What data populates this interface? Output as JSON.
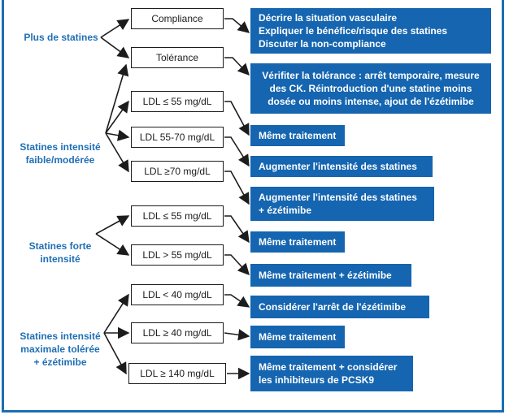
{
  "groups": [
    {
      "label": "Plus de statines",
      "conditions": [
        {
          "label": "Compliance",
          "result": "Décrire la situation vasculaire\nExpliquer le bénéfice/risque des statines\nDiscuter la non-compliance"
        },
        {
          "label": "Tolérance",
          "result": "Vérifiter la tolérance : arrêt temporaire, mesure\ndes CK. Réintroduction d'une statine moins\ndosée ou moins intense, ajout de l'ézétimibe"
        }
      ]
    },
    {
      "label": "Statines intensité\nfaible/modérée",
      "conditions": [
        {
          "label": "LDL ≤ 55 mg/dL",
          "result": "Même traitement"
        },
        {
          "label": "LDL 55-70 mg/dL",
          "result": "Augmenter l'intensité des statines"
        },
        {
          "label": "LDL ≥70 mg/dL",
          "result": "Augmenter l'intensité des statines\n+ ézétimibe"
        }
      ]
    },
    {
      "label": "Statines forte\nintensité",
      "conditions": [
        {
          "label": "LDL ≤ 55 mg/dL",
          "result": "Même traitement"
        },
        {
          "label": "LDL > 55 mg/dL",
          "result": "Même traitement + ézétimibe"
        }
      ]
    },
    {
      "label": "Statines intensité\nmaximale tolérée\n+ ézétimibe",
      "conditions": [
        {
          "label": "LDL < 40 mg/dL",
          "result": "Considérer l'arrêt de l'ézétimibe"
        },
        {
          "label": "LDL ≥ 40 mg/dL",
          "result": "Même traitement"
        },
        {
          "label": "LDL ≥ 140 mg/dL",
          "result": "Même traitement + considérer\nles inhibiteurs de PCSK9"
        }
      ]
    }
  ],
  "colors": {
    "category_text": "#1f6fb5",
    "result_fill": "#1565b0",
    "frame": "#1a6fb3"
  }
}
